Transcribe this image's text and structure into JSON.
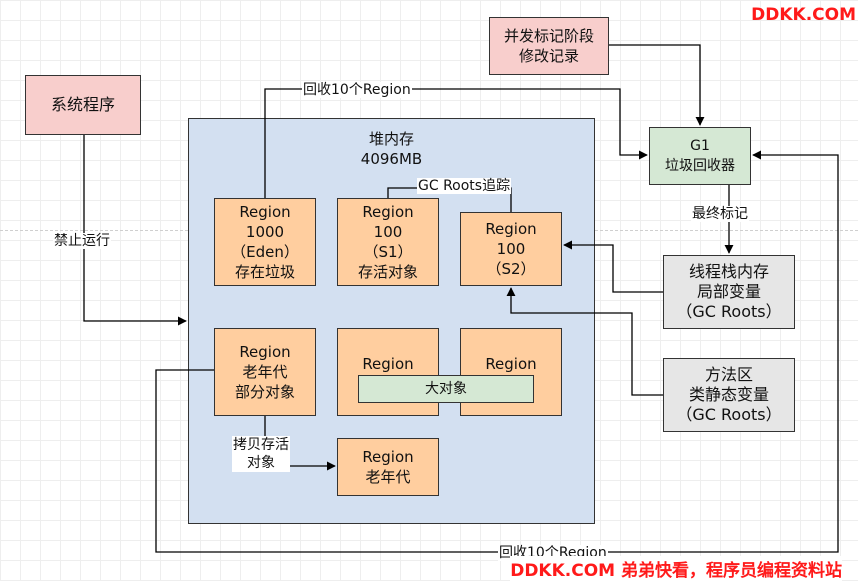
{
  "brand": {
    "top": "DDKK.COM",
    "bottom": "DDKK.COM 弟弟快看，程序员编程资料站"
  },
  "nodes": {
    "system": {
      "line1": "系统程序"
    },
    "concurrent": {
      "line1": "并发标记阶段",
      "line2": "修改记录"
    },
    "g1": {
      "line1": "G1",
      "line2": "垃圾回收器"
    },
    "heap": {
      "line1": "堆内存",
      "line2": "4096MB"
    },
    "eden": {
      "line1": "Region",
      "line2": "1000",
      "line3": "（Eden）",
      "line4": "存在垃圾"
    },
    "s1": {
      "line1": "Region",
      "line2": "100",
      "line3": "（S1）",
      "line4": "存活对象"
    },
    "s2": {
      "line1": "Region",
      "line2": "100",
      "line3": "（S2）"
    },
    "old1": {
      "line1": "Region",
      "line2": "老年代",
      "line3": "部分对象"
    },
    "region_a": {
      "line1": "Region"
    },
    "region_b": {
      "line1": "Region"
    },
    "large": {
      "line1": "大对象"
    },
    "old2": {
      "line1": "Region",
      "line2": "老年代"
    },
    "thread_stack": {
      "line1": "线程栈内存",
      "line2": "局部变量",
      "line3": "（GC Roots）"
    },
    "method_area": {
      "line1": "方法区",
      "line2": "类静态变量",
      "line3": "（GC Roots）"
    }
  },
  "edge_labels": {
    "recycle_top": "回收10个Region",
    "recycle_bottom": "回收10个Region",
    "gc_trace": "GC Roots追踪",
    "stop": "禁止运行",
    "final_mark": "最终标记",
    "copy_line1": "拷贝存活",
    "copy_line2": "对象"
  },
  "colors": {
    "pink": "#f8cecc",
    "green": "#d5e8d4",
    "gray": "#e6e6e6",
    "orange": "#ffce9f",
    "heap": "#d3e0f1",
    "brand_red": "#ff1a1a"
  }
}
